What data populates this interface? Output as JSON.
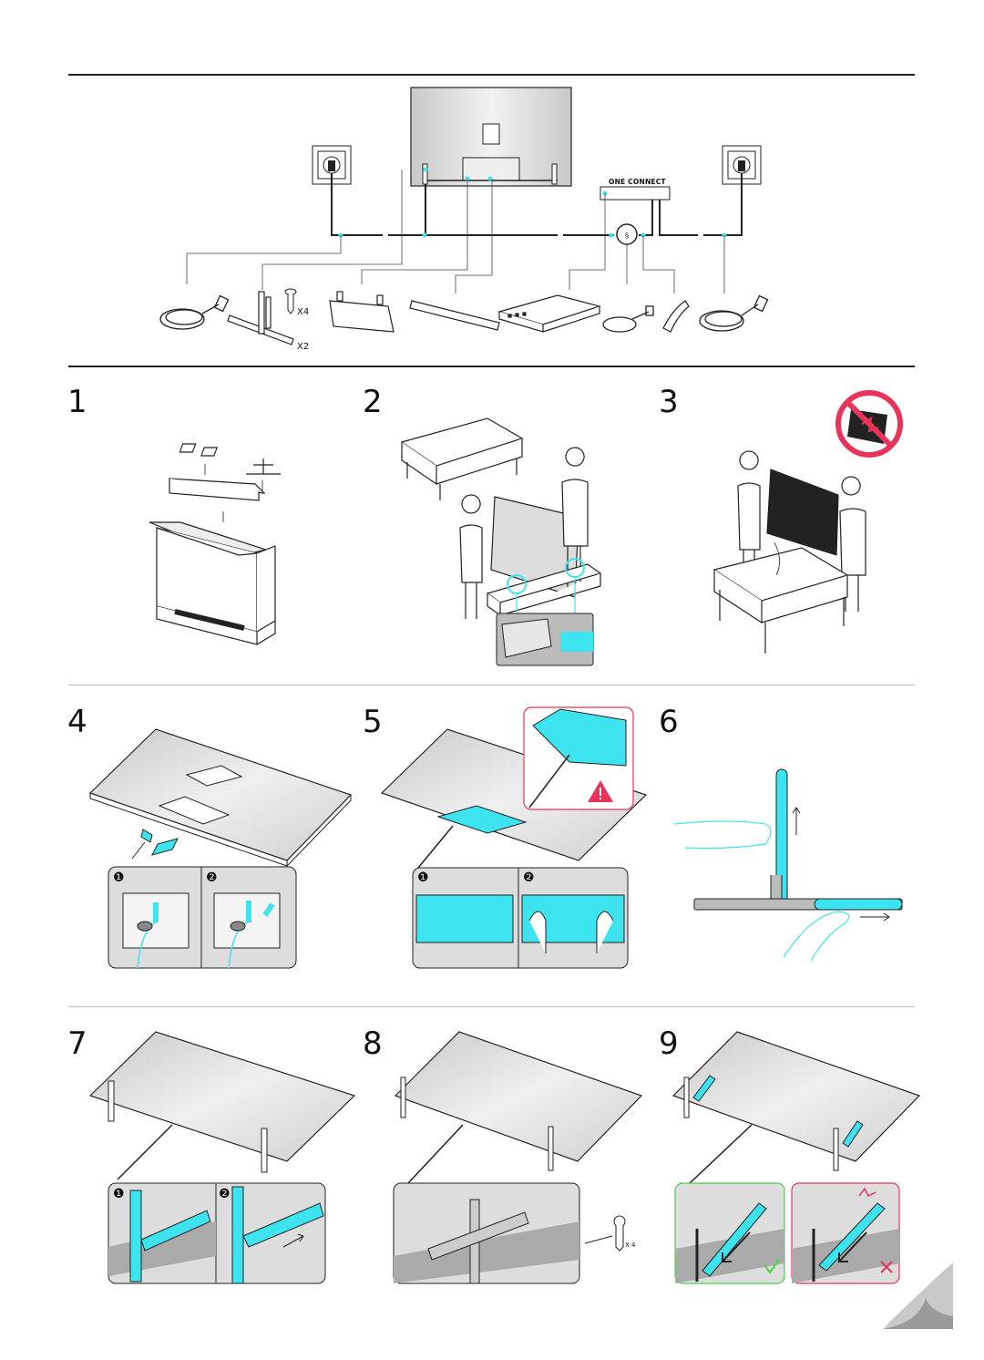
{
  "overview": {
    "one_connect_label": "ONE CONNECT",
    "screw_qty": "X4",
    "leg_qty": "X2"
  },
  "steps": [
    {
      "number": "1"
    },
    {
      "number": "2"
    },
    {
      "number": "3"
    },
    {
      "number": "4",
      "sub": [
        "❶",
        "❷"
      ]
    },
    {
      "number": "5",
      "sub": [
        "❶",
        "❷"
      ]
    },
    {
      "number": "6"
    },
    {
      "number": "7",
      "sub": [
        "❶",
        "❷"
      ]
    },
    {
      "number": "8",
      "screw_qty": "X 4"
    },
    {
      "number": "9"
    }
  ],
  "colors": {
    "accent": "#3ee3f0",
    "warning": "#e8335a",
    "ok": "#4cd24c",
    "panel": "#d8d8d8",
    "line": "#222222"
  },
  "icons": [
    "no-touch-screen-icon",
    "warning-triangle-icon",
    "checkmark-icon",
    "cross-icon",
    "page-curl-icon"
  ]
}
